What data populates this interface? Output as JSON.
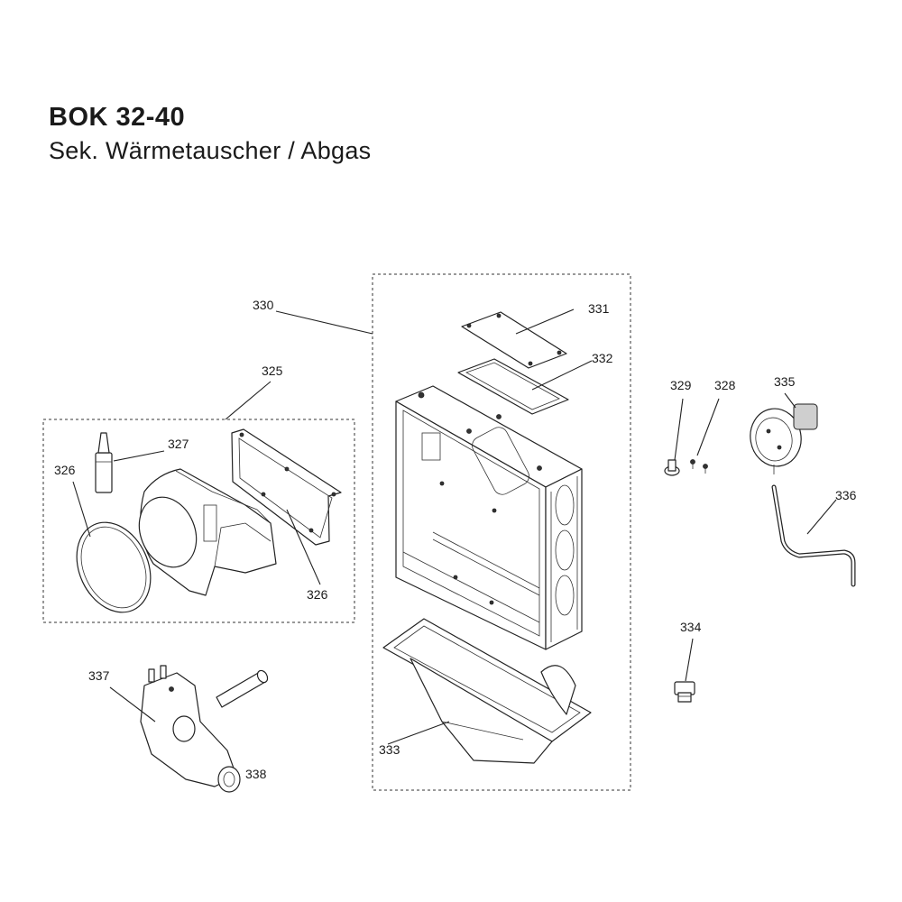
{
  "header": {
    "title": "BOK 32-40",
    "subtitle": "Sek. Wärmetauscher / Abgas"
  },
  "callouts": [
    {
      "id": "330",
      "text": "330"
    },
    {
      "id": "331",
      "text": "331"
    },
    {
      "id": "332",
      "text": "332"
    },
    {
      "id": "325",
      "text": "325"
    },
    {
      "id": "327",
      "text": "327"
    },
    {
      "id": "326a",
      "text": "326"
    },
    {
      "id": "326b",
      "text": "326"
    },
    {
      "id": "329",
      "text": "329"
    },
    {
      "id": "328",
      "text": "328"
    },
    {
      "id": "335",
      "text": "335"
    },
    {
      "id": "336",
      "text": "336"
    },
    {
      "id": "334",
      "text": "334"
    },
    {
      "id": "337",
      "text": "337"
    },
    {
      "id": "338",
      "text": "338"
    },
    {
      "id": "333",
      "text": "333"
    }
  ]
}
